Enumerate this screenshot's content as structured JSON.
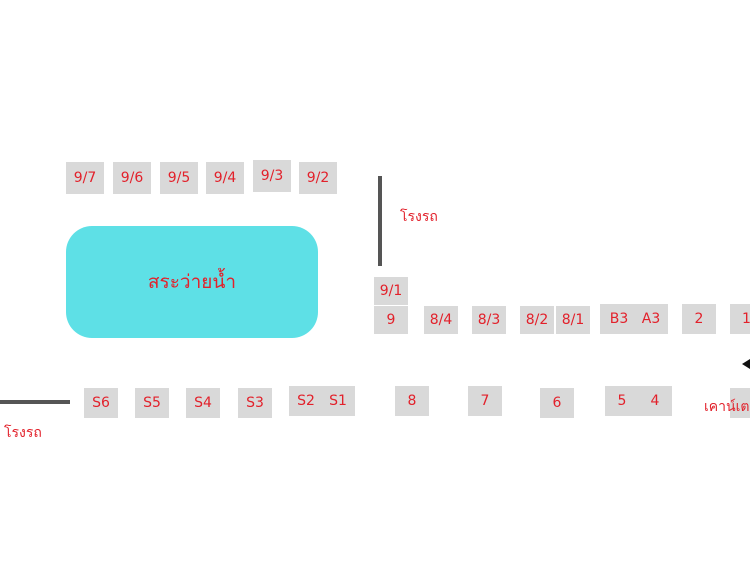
{
  "pool": {
    "label": "สระว่ายน้ำ"
  },
  "parking": {
    "left_label": "โรงรถ",
    "right_label": "โรงรถ"
  },
  "counter": {
    "label": "เคาน์เต"
  },
  "colors": {
    "pool": "#5ee0e6",
    "booth": "#d9d9d9",
    "text": "#e2212b",
    "wall": "#555555"
  },
  "booths": {
    "b97": "9/7",
    "b96": "9/6",
    "b95": "9/5",
    "b94": "9/4",
    "b93": "9/3",
    "b92": "9/2",
    "b91": "9/1",
    "b9": "9",
    "b84": "8/4",
    "b83": "8/3",
    "b82": "8/2",
    "b81": "8/1",
    "bB3": "B3",
    "bA3": "A3",
    "b2": "2",
    "b1": "1",
    "bS6": "S6",
    "bS5": "S5",
    "bS4": "S4",
    "bS3": "S3",
    "bS2": "S2",
    "bS1": "S1",
    "b8": "8",
    "b7": "7",
    "b6": "6",
    "b5": "5",
    "b4": "4"
  }
}
